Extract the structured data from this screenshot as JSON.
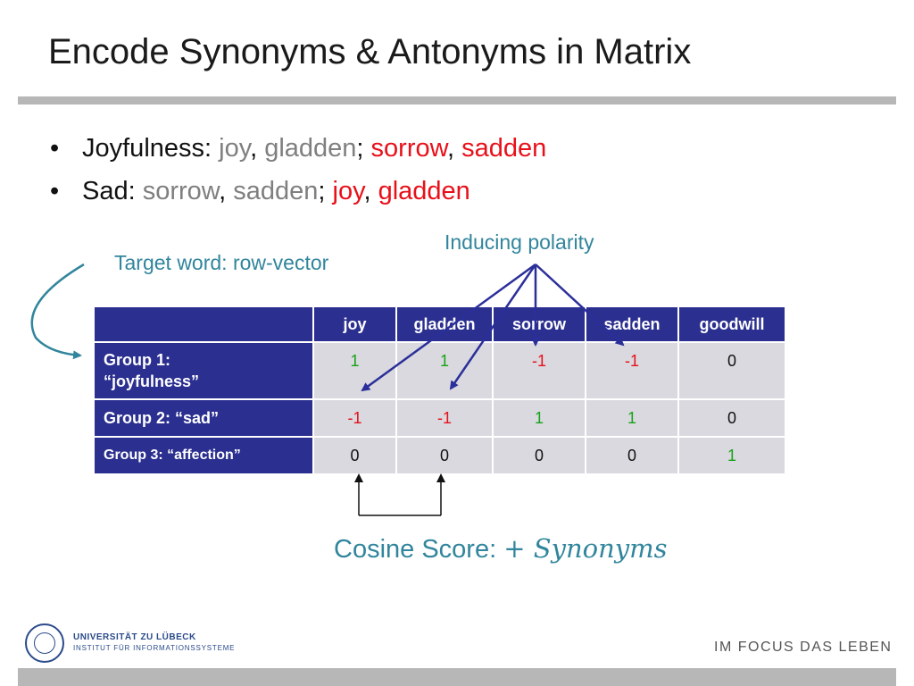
{
  "slide": {
    "title": "Encode Synonyms & Antonyms in Matrix"
  },
  "bullets": [
    {
      "marker": "•",
      "head": "Joyfulness: ",
      "syn1": "joy",
      "sep1": ", ",
      "syn2": "gladden",
      "sep2": "; ",
      "ant1": "sorrow",
      "sep3": ", ",
      "ant2": "sadden"
    },
    {
      "marker": "•",
      "head": "Sad: ",
      "syn1": "sorrow",
      "sep1": ", ",
      "syn2": "sadden",
      "sep2": "; ",
      "ant1": "joy",
      "sep3": ", ",
      "ant2": "gladden"
    }
  ],
  "annotations": {
    "inducing_polarity": "Inducing polarity",
    "target_word": "Target word: row-vector",
    "cosine_prefix": "Cosine Score: ",
    "cosine_math": "+ Synonyms"
  },
  "table": {
    "corner": "",
    "columns": [
      "joy",
      "gladden",
      "sorrow",
      "sadden",
      "goodwill"
    ],
    "rows": [
      {
        "label_line1": "Group 1:",
        "label_line2": "“joyfulness”",
        "values": [
          "1",
          "1",
          "-1",
          "-1",
          "0"
        ],
        "colors": [
          "green",
          "green",
          "red",
          "red",
          "black"
        ]
      },
      {
        "label": "Group 2: “sad”",
        "values": [
          "-1",
          "-1",
          "1",
          "1",
          "0"
        ],
        "colors": [
          "red",
          "red",
          "green",
          "green",
          "black"
        ]
      },
      {
        "label": "Group 3: “affection”",
        "values": [
          "0",
          "0",
          "0",
          "0",
          "1"
        ],
        "colors": [
          "black",
          "black",
          "black",
          "black",
          "green"
        ]
      }
    ]
  },
  "footer": {
    "university": "UNIVERSITÄT ZU LÜBECK",
    "institute": "INSTITUT FÜR INFORMATIONSSYSTEME",
    "tagline": "IM FOCUS DAS LEBEN"
  },
  "colors": {
    "header_blue": "#2b2f8f",
    "annotation_teal": "#31859c",
    "antonym_red": "#e8101a",
    "positive_green": "#18a218",
    "synonym_gray": "#7f7f7f"
  }
}
